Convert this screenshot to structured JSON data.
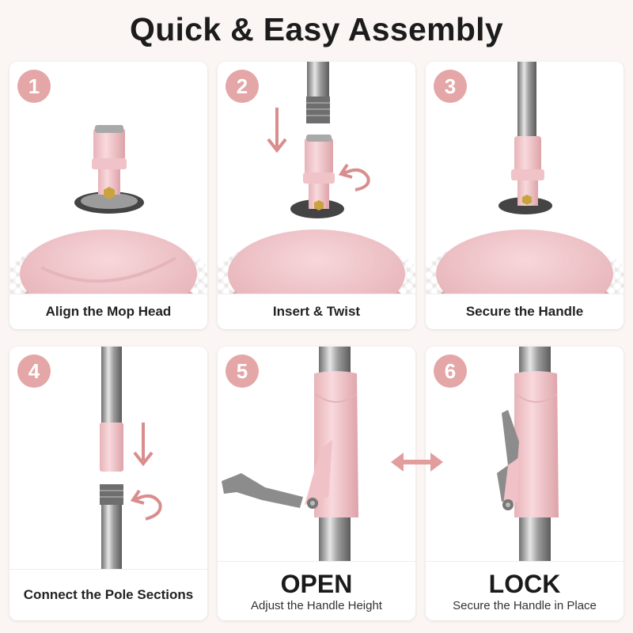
{
  "title": "Quick & Easy Assembly",
  "colors": {
    "accent_pink": "#e4a6a6",
    "mop_pink": "#f2c8cc",
    "steel": "#9a9a9a",
    "background": "#fbf6f4"
  },
  "steps": [
    {
      "number": "1",
      "caption": "Align the Mop Head"
    },
    {
      "number": "2",
      "caption": "Insert & Twist"
    },
    {
      "number": "3",
      "caption": "Secure the Handle"
    },
    {
      "number": "4",
      "caption": "Connect the Pole Sections"
    },
    {
      "number": "5",
      "caption": "OPEN",
      "subcaption": "Adjust the Handle Height"
    },
    {
      "number": "6",
      "caption": "LOCK",
      "subcaption": "Secure the Handle in Place"
    }
  ],
  "icons": {
    "down_arrow": "down-arrow-icon",
    "twist_arrow": "twist-arrow-icon",
    "double_arrow": "double-arrow-icon"
  }
}
